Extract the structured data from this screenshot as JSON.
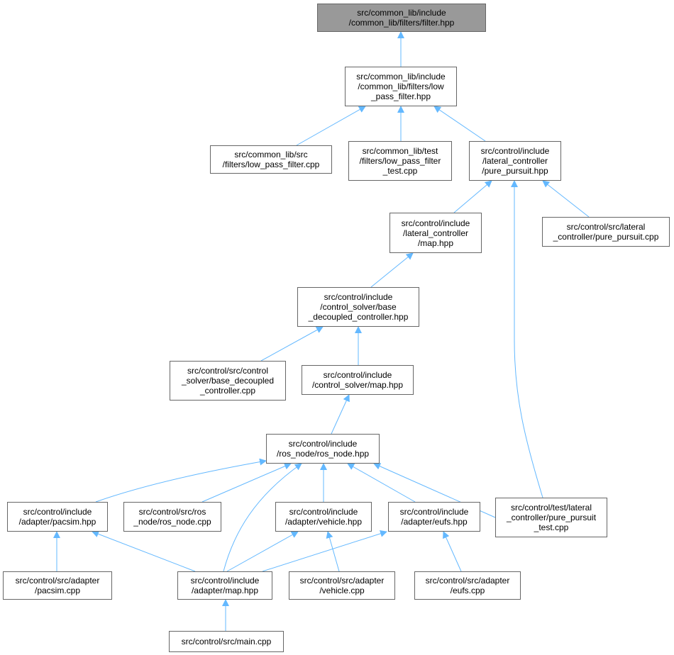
{
  "colors": {
    "edge": "#63b8ff",
    "root_fill": "#999999",
    "border": "#666666"
  },
  "nodes": [
    {
      "id": "n0",
      "lines": [
        "src/common_lib/include",
        "/common_lib/filters/filter.hpp"
      ],
      "root": true
    },
    {
      "id": "n1",
      "lines": [
        "src/common_lib/include",
        "/common_lib/filters/low",
        "_pass_filter.hpp"
      ]
    },
    {
      "id": "n2",
      "lines": [
        "src/common_lib/src",
        "/filters/low_pass_filter.cpp"
      ]
    },
    {
      "id": "n3",
      "lines": [
        "src/common_lib/test",
        "/filters/low_pass_filter",
        "_test.cpp"
      ]
    },
    {
      "id": "n4",
      "lines": [
        "src/control/include",
        "/lateral_controller",
        "/pure_pursuit.hpp"
      ]
    },
    {
      "id": "n5",
      "lines": [
        "src/control/include",
        "/lateral_controller",
        "/map.hpp"
      ]
    },
    {
      "id": "n6",
      "lines": [
        "src/control/src/lateral",
        "_controller/pure_pursuit.cpp"
      ]
    },
    {
      "id": "n7",
      "lines": [
        "src/control/include",
        "/control_solver/base",
        "_decoupled_controller.hpp"
      ]
    },
    {
      "id": "n8",
      "lines": [
        "src/control/src/control",
        "_solver/base_decoupled",
        "_controller.cpp"
      ]
    },
    {
      "id": "n9",
      "lines": [
        "src/control/include",
        "/control_solver/map.hpp"
      ]
    },
    {
      "id": "n10",
      "lines": [
        "src/control/include",
        "/ros_node/ros_node.hpp"
      ]
    },
    {
      "id": "n11",
      "lines": [
        "src/control/include",
        "/adapter/pacsim.hpp"
      ]
    },
    {
      "id": "n12",
      "lines": [
        "src/control/src/ros",
        "_node/ros_node.cpp"
      ]
    },
    {
      "id": "n13",
      "lines": [
        "src/control/include",
        "/adapter/vehicle.hpp"
      ]
    },
    {
      "id": "n14",
      "lines": [
        "src/control/include",
        "/adapter/eufs.hpp"
      ]
    },
    {
      "id": "n15",
      "lines": [
        "src/control/test/lateral",
        "_controller/pure_pursuit",
        "_test.cpp"
      ]
    },
    {
      "id": "n16",
      "lines": [
        "src/control/src/adapter",
        "/pacsim.cpp"
      ]
    },
    {
      "id": "n17",
      "lines": [
        "src/control/include",
        "/adapter/map.hpp"
      ]
    },
    {
      "id": "n18",
      "lines": [
        "src/control/src/adapter",
        "/vehicle.cpp"
      ]
    },
    {
      "id": "n19",
      "lines": [
        "src/control/src/adapter",
        "/eufs.cpp"
      ]
    },
    {
      "id": "n20",
      "lines": [
        "src/control/src/main.cpp"
      ]
    }
  ],
  "edges": [
    [
      "n1",
      "n0"
    ],
    [
      "n2",
      "n1"
    ],
    [
      "n3",
      "n1"
    ],
    [
      "n4",
      "n1"
    ],
    [
      "n5",
      "n4"
    ],
    [
      "n6",
      "n4"
    ],
    [
      "n15",
      "n4"
    ],
    [
      "n7",
      "n5"
    ],
    [
      "n8",
      "n7"
    ],
    [
      "n9",
      "n7"
    ],
    [
      "n10",
      "n9"
    ],
    [
      "n11",
      "n10"
    ],
    [
      "n12",
      "n10"
    ],
    [
      "n17",
      "n10"
    ],
    [
      "n13",
      "n10"
    ],
    [
      "n14",
      "n10"
    ],
    [
      "n15",
      "n10"
    ],
    [
      "n16",
      "n11"
    ],
    [
      "n17",
      "n11"
    ],
    [
      "n17",
      "n13"
    ],
    [
      "n18",
      "n13"
    ],
    [
      "n17",
      "n14"
    ],
    [
      "n19",
      "n14"
    ],
    [
      "n20",
      "n17"
    ]
  ]
}
